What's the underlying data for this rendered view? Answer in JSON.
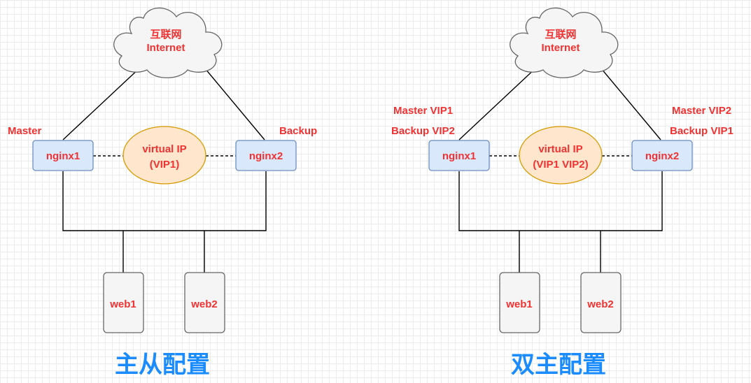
{
  "colors": {
    "label_red": "#f03232",
    "nginx_fill": "#dae8fc",
    "nginx_stroke": "#6c8ebf",
    "vip_fill": "#ffe6cc",
    "vip_stroke": "#d79b00",
    "web_fill": "#f5f5f5",
    "web_stroke": "#666666",
    "cloud_fill": "#f5f5f5",
    "title_blue": "#1a8cff"
  },
  "left": {
    "cloud_line1": "互联网",
    "cloud_line2": "Internet",
    "master_label": "Master",
    "backup_label": "Backup",
    "nginx1": "nginx1",
    "nginx2": "nginx2",
    "vip_line1": "virtual IP",
    "vip_line2": "(VIP1)",
    "web1": "web1",
    "web2": "web2",
    "title": "主从配置"
  },
  "right": {
    "cloud_line1": "互联网",
    "cloud_line2": "Internet",
    "label_left_1": "Master VIP1",
    "label_left_2": "Backup VIP2",
    "label_right_1": "Master VIP2",
    "label_right_2": "Backup VIP1",
    "nginx1": "nginx1",
    "nginx2": "nginx2",
    "vip_line1": "virtual IP",
    "vip_line2": "(VIP1 VIP2)",
    "web1": "web1",
    "web2": "web2",
    "title": "双主配置"
  }
}
